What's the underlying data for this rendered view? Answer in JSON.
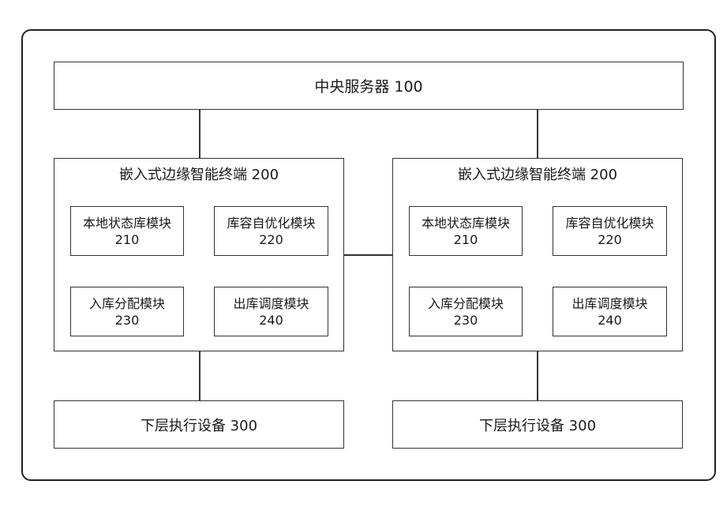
{
  "server": {
    "label": "中央服务器 100"
  },
  "terminals": [
    {
      "title": "嵌入式边缘智能终端 200",
      "modules": [
        {
          "name": "本地状态库模块",
          "code": "210"
        },
        {
          "name": "库容自优化模块",
          "code": "220"
        },
        {
          "name": "入库分配模块",
          "code": "230"
        },
        {
          "name": "出库调度模块",
          "code": "240"
        }
      ]
    },
    {
      "title": "嵌入式边缘智能终端 200",
      "modules": [
        {
          "name": "本地状态库模块",
          "code": "210"
        },
        {
          "name": "库容自优化模块",
          "code": "220"
        },
        {
          "name": "入库分配模块",
          "code": "230"
        },
        {
          "name": "出库调度模块",
          "code": "240"
        }
      ]
    }
  ],
  "devices": [
    {
      "label": "下层执行设备 300"
    },
    {
      "label": "下层执行设备 300"
    }
  ]
}
